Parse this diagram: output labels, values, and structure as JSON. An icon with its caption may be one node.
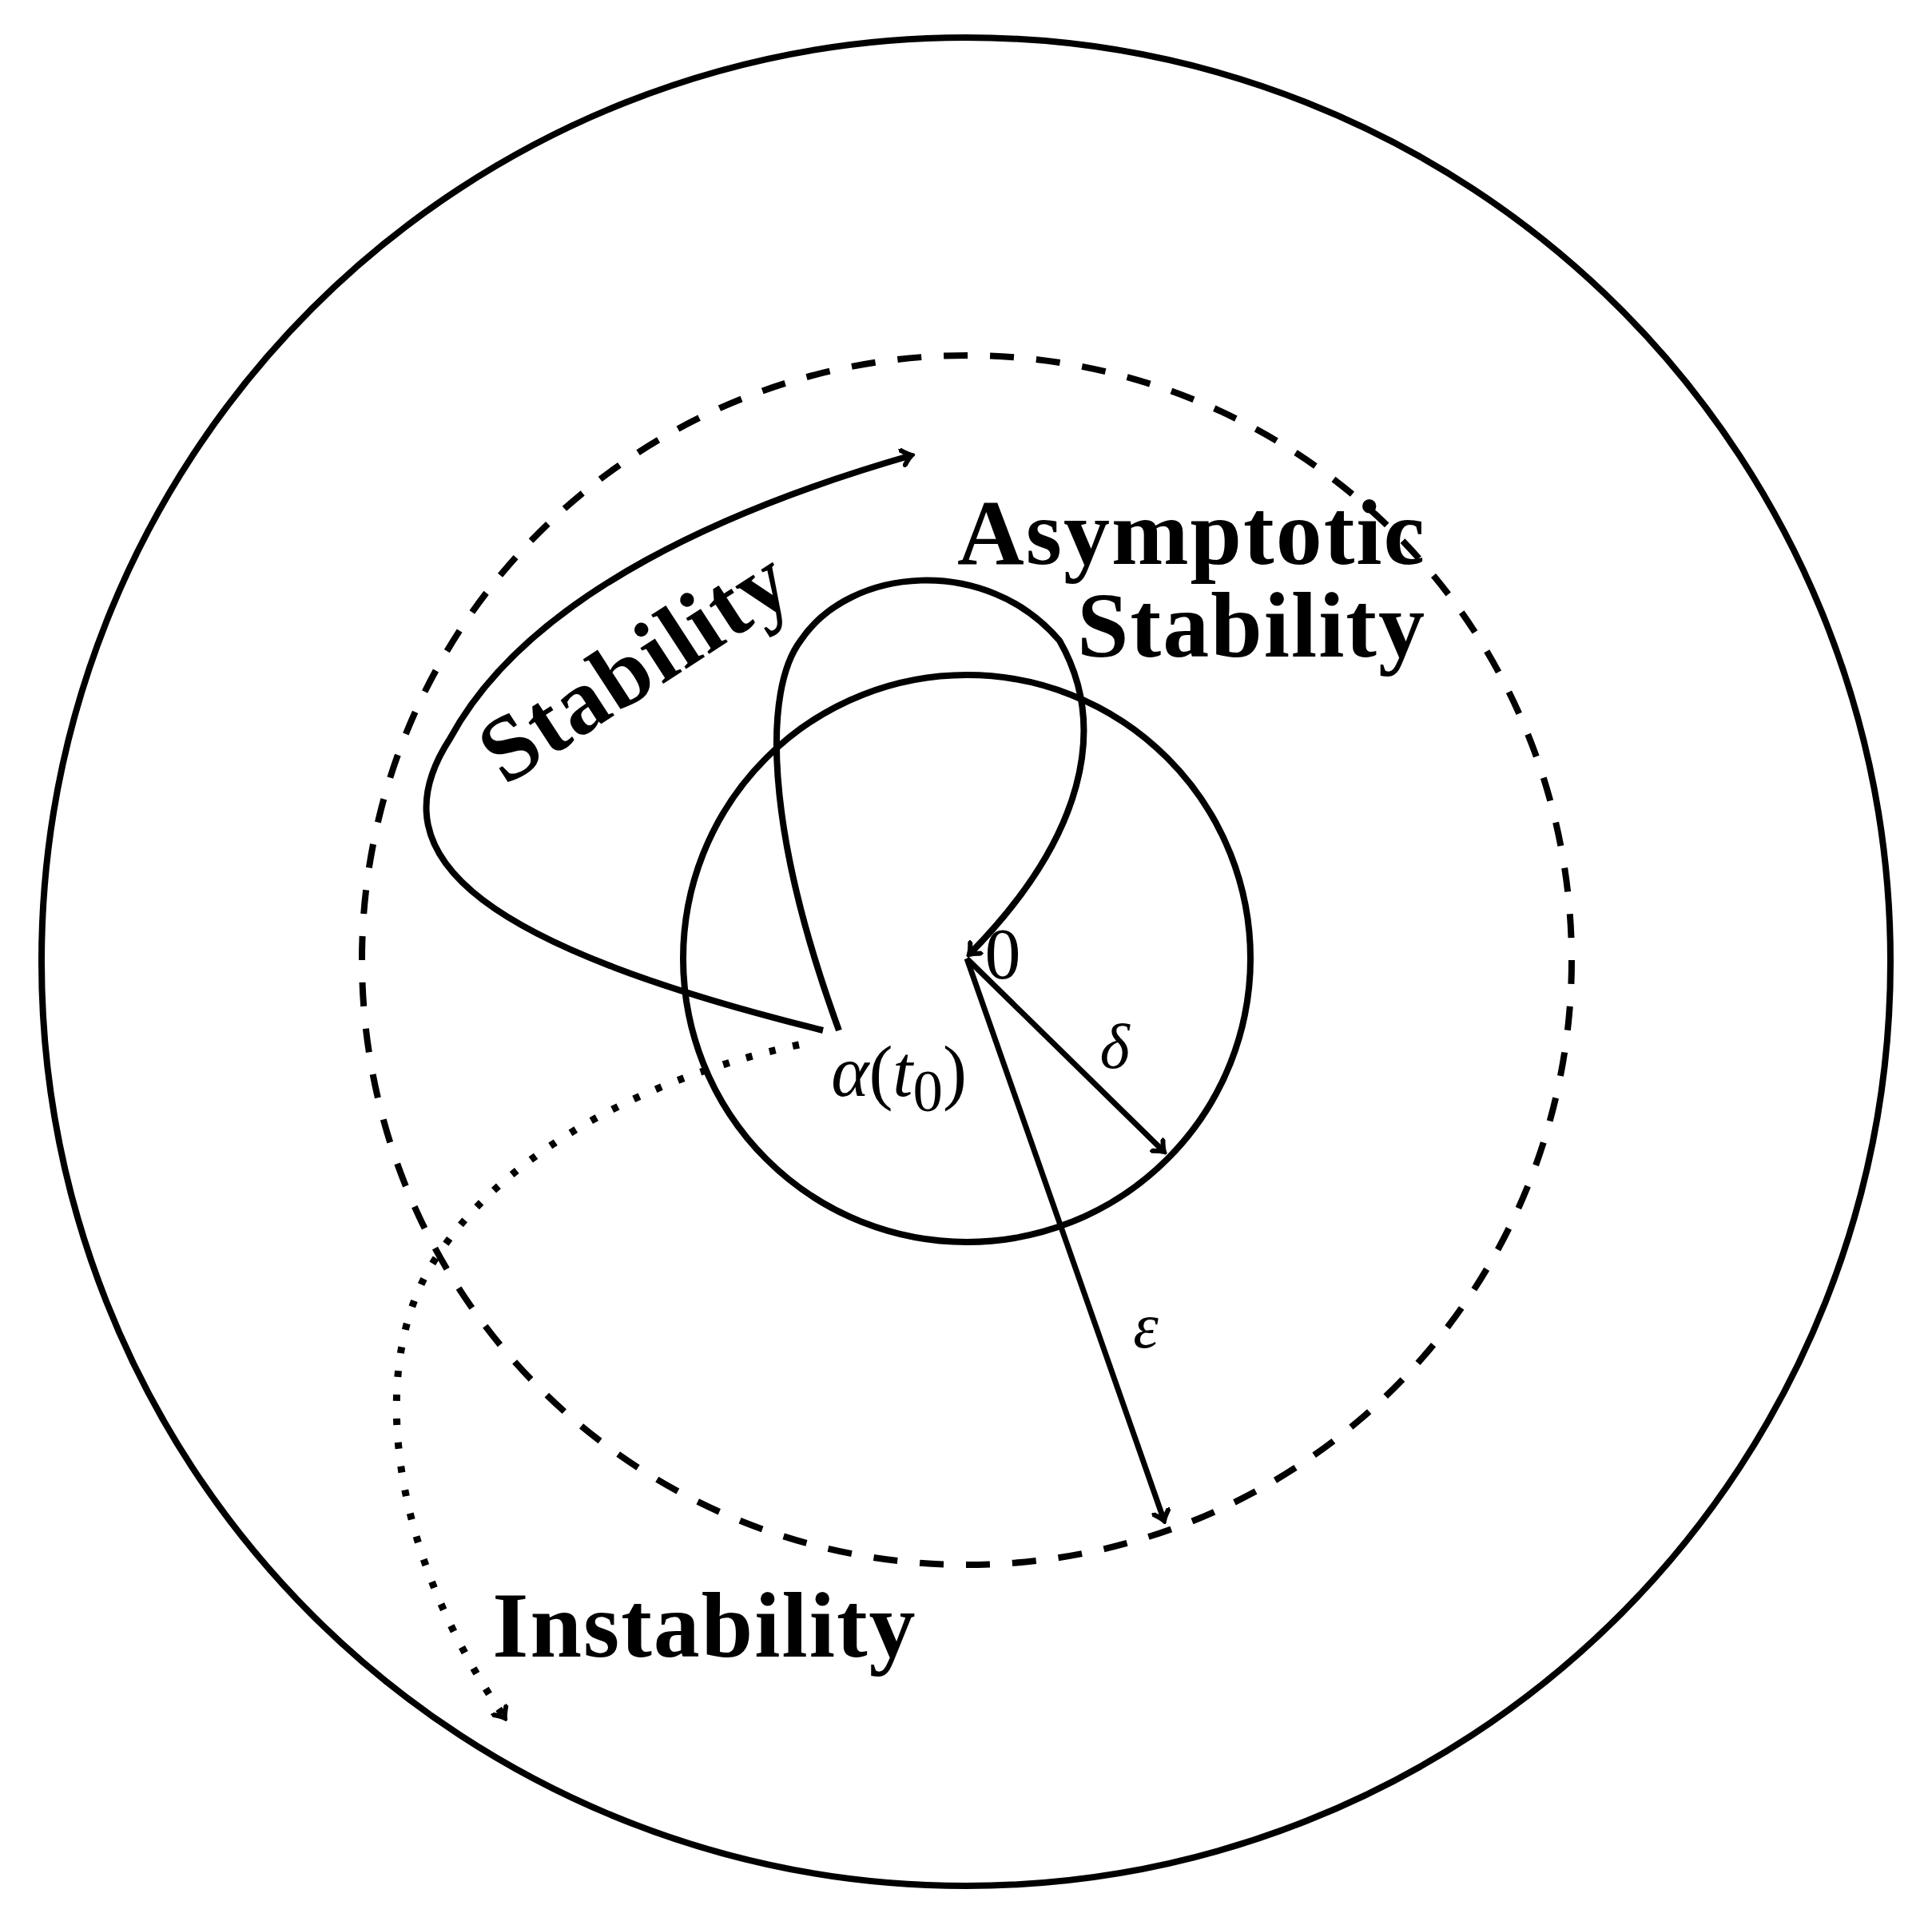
{
  "diagram": {
    "nodes": [
      {
        "text": [
          "0"
        ]
      },
      {
        "text": [
          "*α*(*t*$_{0}$)"
        ]
      }
    ],
    "edges": [
      {
        "from": 1,
        "to": null,
        "arrow": "to",
        "label": "Stability"
      },
      {
        "from": 1,
        "to": 0,
        "arrow": "to",
        "label": "Asymptotic Stability"
      },
      {
        "from": 1,
        "to": null,
        "arrow": "to",
        "label": "Instability",
        "style": "dashed"
      }
    ],
    "labels": [
      "δ",
      "ε"
    ]
  }
}
